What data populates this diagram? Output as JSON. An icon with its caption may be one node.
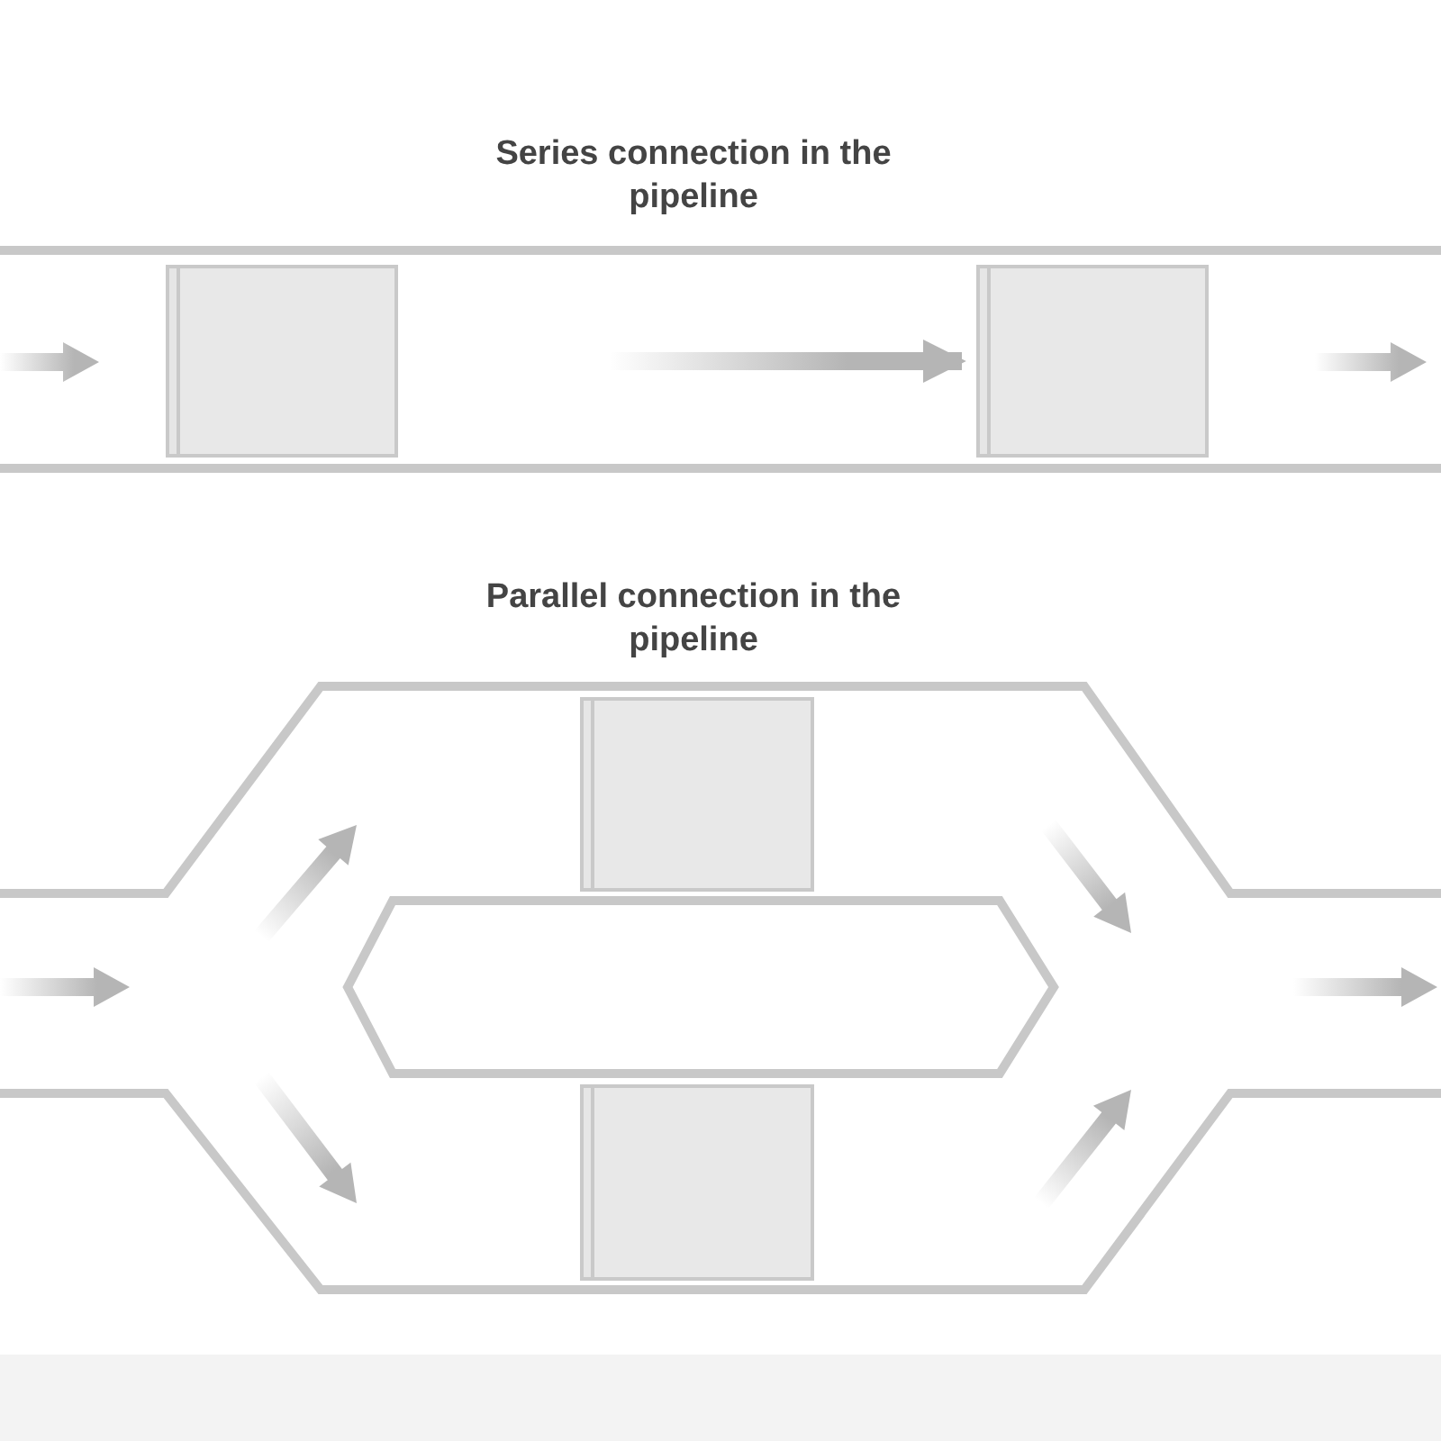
{
  "diagram": {
    "nodes": [
      {
        "text": [],
        "shape": "box"
      },
      {
        "text": [],
        "shape": "box"
      },
      {
        "text": [],
        "shape": "box"
      },
      {
        "text": [],
        "shape": "box"
      }
    ],
    "edges": [
      {
        "from": 0,
        "to": 1,
        "arrow": "to"
      }
    ],
    "labels": [
      "Series connection in the pipeline",
      "Parallel connection in the pipeline"
    ]
  }
}
